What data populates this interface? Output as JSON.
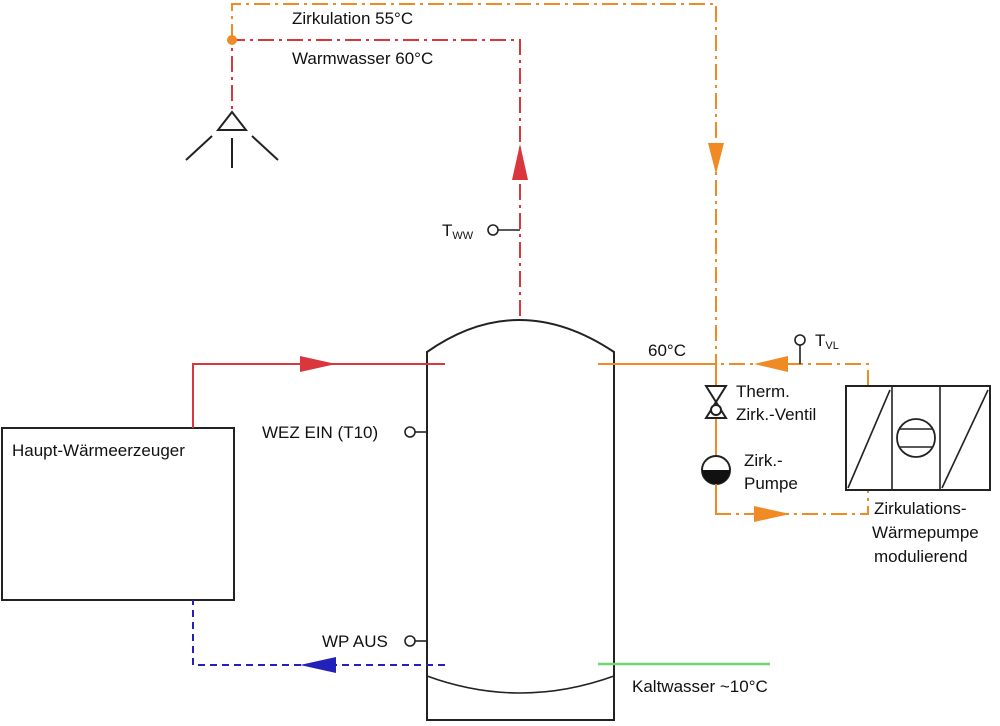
{
  "colors": {
    "warmwasser": "#d9363e",
    "zirkulation": "#f08a24",
    "kaltwasser": "#6fd66f",
    "ruecklauf": "#2222bb",
    "outline": "#222222"
  },
  "labels": {
    "zirkulation": "Zirkulation 55°C",
    "warmwasser": "Warmwasser 60°C",
    "t_ww_main": "T",
    "t_ww_sub": "WW",
    "t_vl_main": "T",
    "t_vl_sub": "VL",
    "temp_60": "60°C",
    "valve_line1": "Therm.",
    "valve_line2": "Zirk.-Ventil",
    "pump_line1": "Zirk.-",
    "pump_line2": "Pumpe",
    "wez_ein": "WEZ EIN (T10)",
    "wp_aus": "WP AUS",
    "heat_generator": "Haupt-Wärmeerzeuger",
    "kaltwasser": "Kaltwasser ~10°C",
    "hp_line1": "Zirkulations-",
    "hp_line2": "Wärmepumpe",
    "hp_line3": "modulierend"
  },
  "icons": {
    "shower": "shower-icon",
    "valve": "thermostatic-valve-icon",
    "pump": "circulation-pump-icon",
    "fan": "fan-icon",
    "sensor": "temperature-sensor-icon"
  }
}
